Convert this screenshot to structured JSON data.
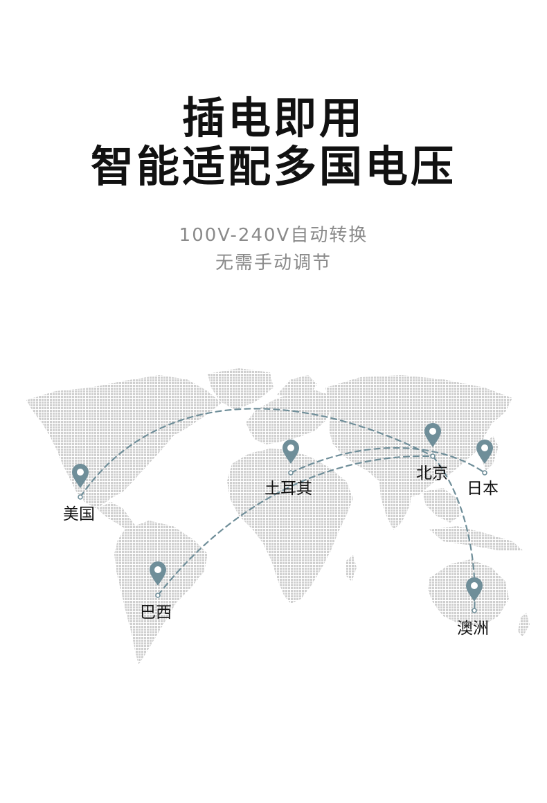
{
  "headline": {
    "line1": "插电即用",
    "line2": "智能适配多国电压"
  },
  "subtitle": {
    "line1": "100V-240V自动转换",
    "line2": "无需手动调节"
  },
  "map": {
    "pin_color": "#6f8e99",
    "route_color": "#6f8e99",
    "land_color": "#cfcfcf",
    "locations": [
      {
        "key": "usa",
        "label": "美国"
      },
      {
        "key": "brazil",
        "label": "巴西"
      },
      {
        "key": "turkey",
        "label": "土耳其"
      },
      {
        "key": "beijing",
        "label": "北京"
      },
      {
        "key": "japan",
        "label": "日本"
      },
      {
        "key": "australia",
        "label": "澳洲"
      }
    ]
  }
}
